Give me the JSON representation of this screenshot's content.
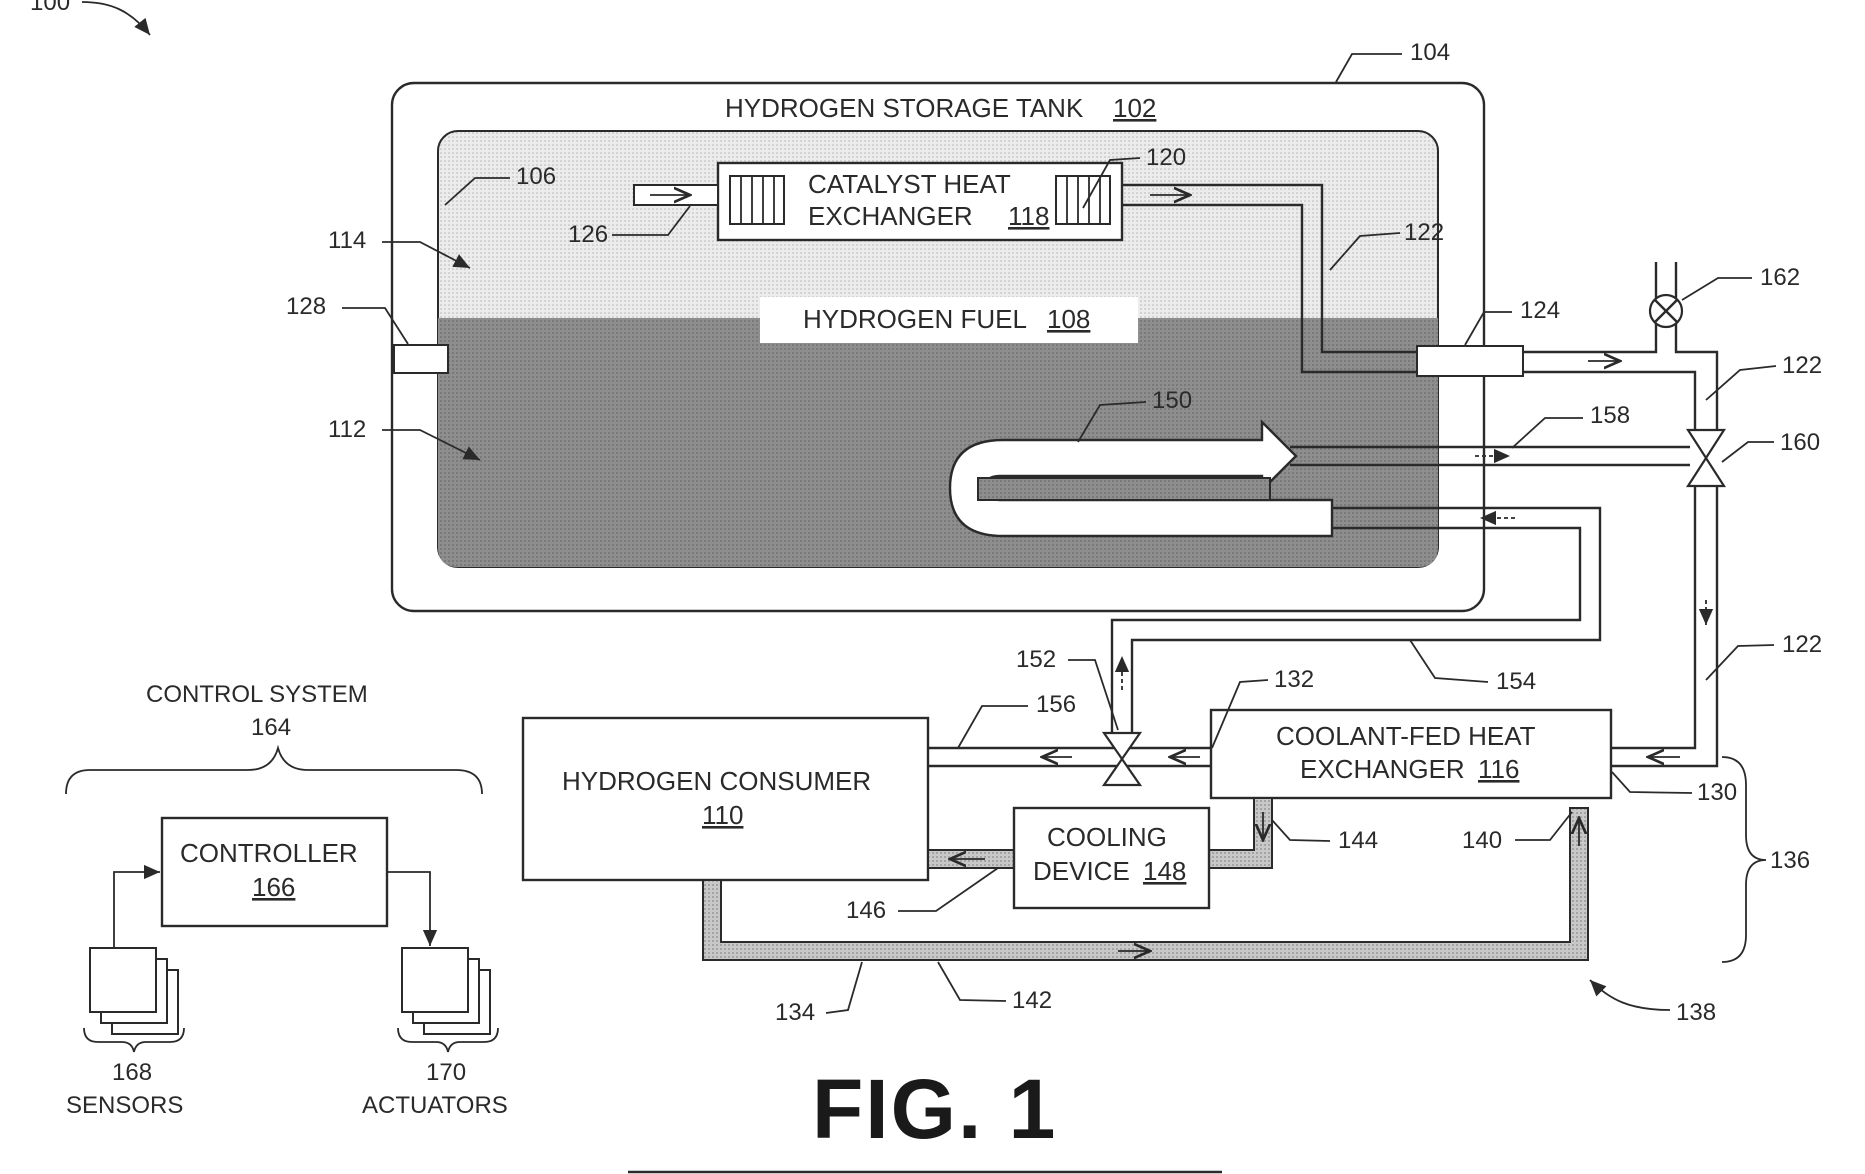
{
  "figure": {
    "ref_number": "100",
    "title": "FIG. 1"
  },
  "tank": {
    "label": "HYDROGEN STORAGE TANK",
    "label_ref": "102",
    "outer_ref": "104",
    "inner_ref": "106",
    "vapor_ref": "114",
    "liquid_ref": "112",
    "port_ref": "128",
    "fuel_label": "HYDROGEN FUEL",
    "fuel_ref": "108"
  },
  "catalyst_hx": {
    "line1": "CATALYST HEAT",
    "line2": "EXCHANGER",
    "ref": "118",
    "outlet_ref": "120",
    "inlet_ref": "126"
  },
  "lines": {
    "fuel_line_ref_a": "122",
    "fuel_line_ref_b": "122",
    "fuel_line_ref_c": "122",
    "fitting_ref": "124",
    "valve_162_ref": "162",
    "valve_160_ref": "160",
    "coil_ref": "150",
    "coil_out_ref": "158",
    "return_ref": "154",
    "valve_152_ref": "152",
    "consumer_feed_ref": "156",
    "hx_out_ref": "132",
    "hx_in_ref": "130"
  },
  "coolant_hx": {
    "line1": "COOLANT-FED HEAT",
    "line2": "EXCHANGER",
    "ref": "116"
  },
  "consumer": {
    "line1": "HYDROGEN CONSUMER",
    "ref": "110"
  },
  "cooling_device": {
    "line1": "COOLING",
    "line2": "DEVICE",
    "ref": "148"
  },
  "coolant_loop": {
    "ref_144": "144",
    "ref_140": "140",
    "ref_146": "146",
    "ref_134": "134",
    "ref_142": "142",
    "ref_136": "136",
    "ref_138": "138"
  },
  "control_system": {
    "label": "CONTROL SYSTEM",
    "ref": "164",
    "controller_label": "CONTROLLER",
    "controller_ref": "166",
    "sensors_ref": "168",
    "sensors_label": "SENSORS",
    "actuators_ref": "170",
    "actuators_label": "ACTUATORS"
  },
  "colors": {
    "vapor_fill": "#e2e2e2",
    "liquid_fill": "#8a8a8a",
    "coolant_fill": "#bdbdbd",
    "line": "#2a2a2a"
  }
}
